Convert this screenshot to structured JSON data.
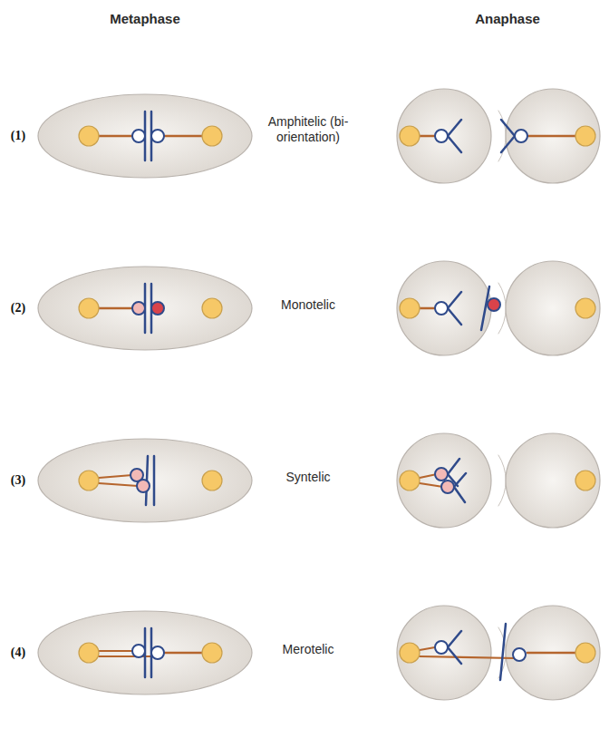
{
  "diagram": {
    "labels": [
      "Metaphase",
      "Anaphase",
      "(1)",
      "Amphitelic (bi-orientation)",
      "(2)",
      "Monotelic",
      "(3)",
      "Syntelic",
      "(4)",
      "Merotelic"
    ]
  }
}
